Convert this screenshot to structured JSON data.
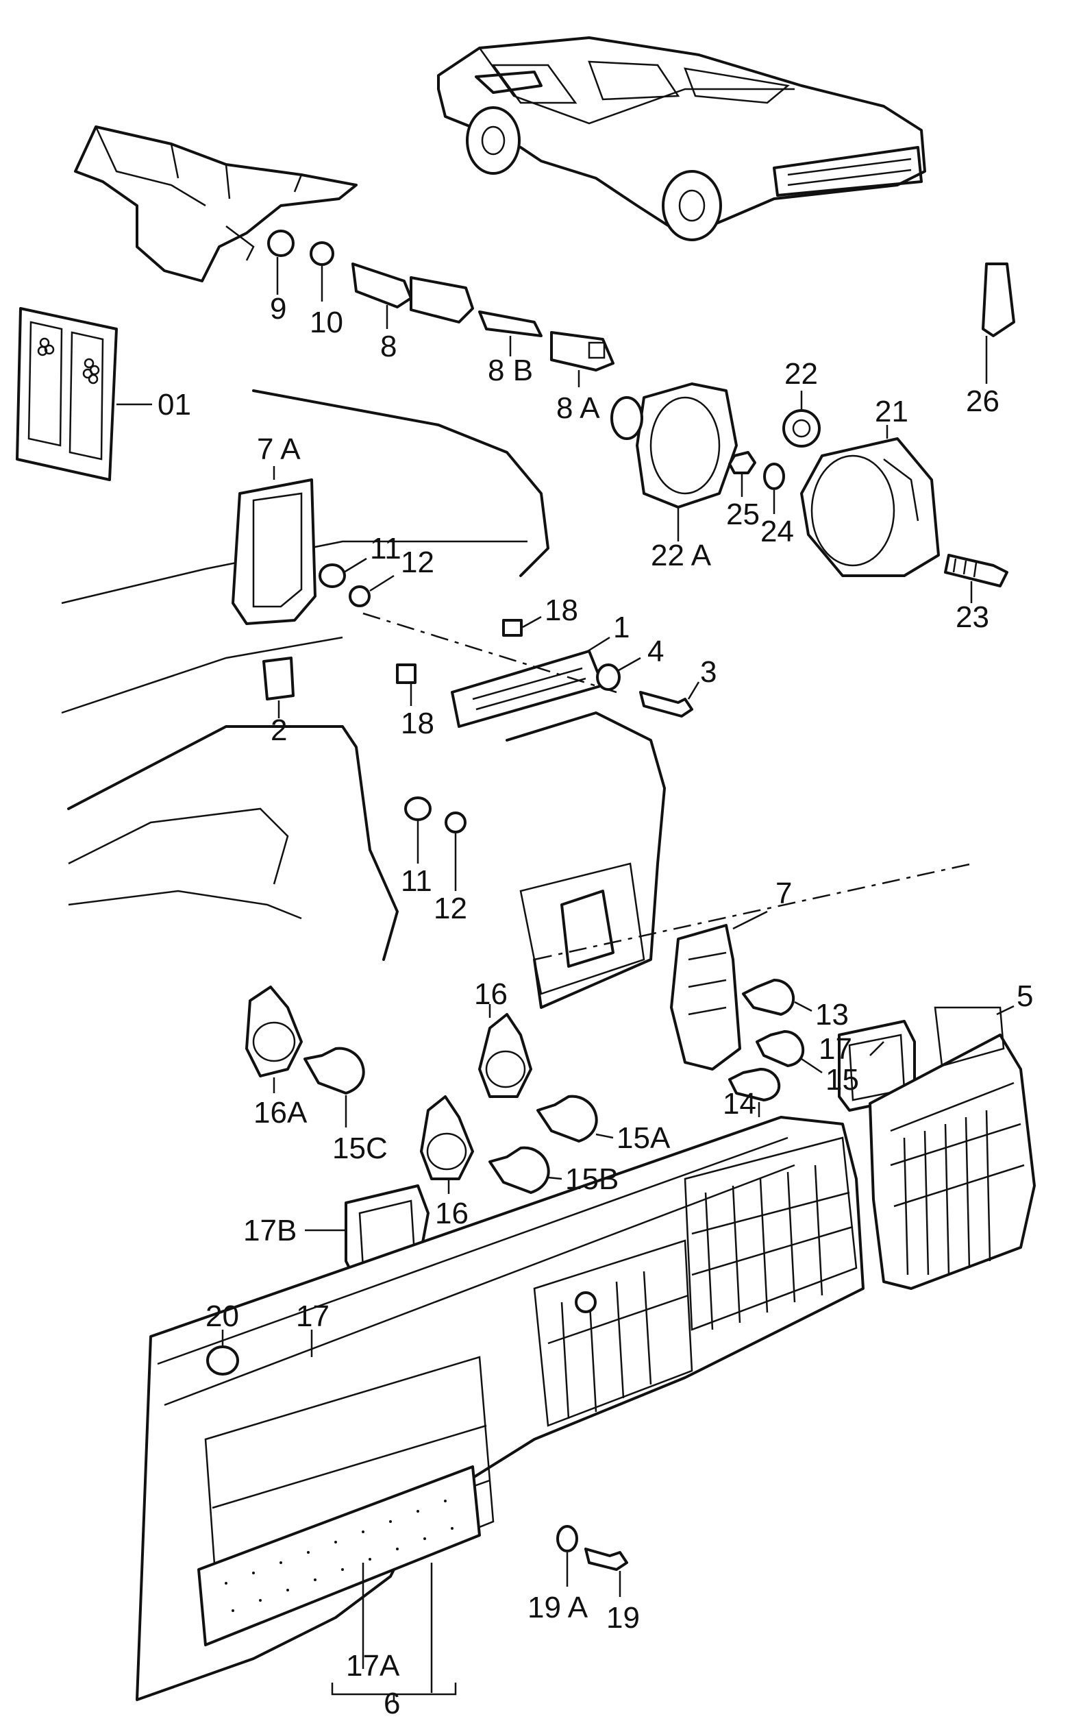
{
  "callouts": {
    "c01": "01",
    "c1": "1",
    "c2": "2",
    "c3": "3",
    "c4": "4",
    "c5": "5",
    "c6": "6",
    "c7": "7",
    "c7A": "7 A",
    "c8": "8",
    "c8A": "8 A",
    "c8B": "8 B",
    "c9": "9",
    "c10": "10",
    "c11a": "11",
    "c11b": "11",
    "c12a": "12",
    "c12b": "12",
    "c13": "13",
    "c14": "14",
    "c15": "15",
    "c15A": "15A",
    "c15B": "15B",
    "c15C": "15C",
    "c16a": "16",
    "c16b": "16",
    "c16A": "16A",
    "c17a": "17",
    "c17b": "17",
    "c17A": "17A",
    "c17B": "17B",
    "c18a": "18",
    "c18b": "18",
    "c19": "19",
    "c19A": "19 A",
    "c20": "20",
    "c21": "21",
    "c22": "22",
    "c22A": "22 A",
    "c23": "23",
    "c24": "24",
    "c25": "25",
    "c26": "26"
  }
}
